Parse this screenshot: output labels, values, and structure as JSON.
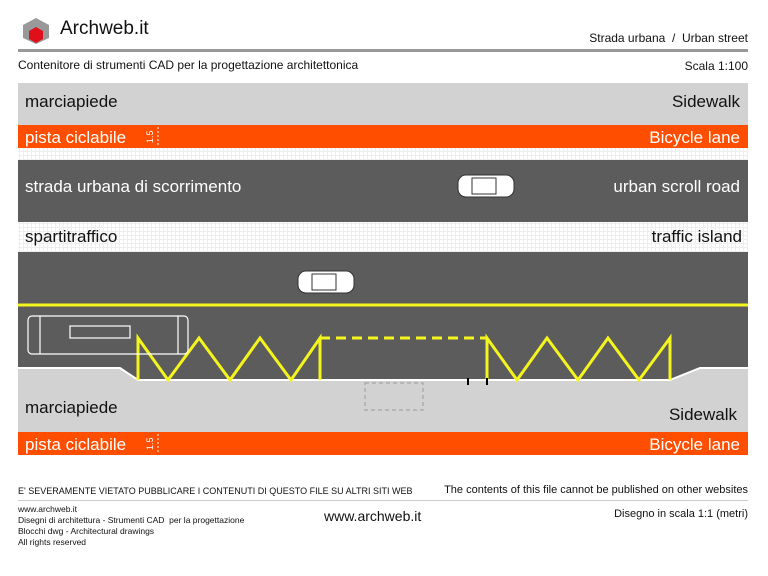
{
  "header": {
    "brand": "Archweb.it",
    "title": "Strada urbana  /  Urban street",
    "subtitle": "Contenitore di strumenti CAD per la progettazione architettonica",
    "scale": "Scala 1:100"
  },
  "drawing": {
    "top_sidewalk": {
      "it": "marciapiede",
      "en": "Sidewalk"
    },
    "top_bike": {
      "it": "pista ciclabile",
      "en": "Bicycle lane",
      "dim": "1.5"
    },
    "road": {
      "it": "strada urbana di scorrimento",
      "en": "urban scroll road"
    },
    "island": {
      "it": "spartitraffico",
      "en": "traffic island"
    },
    "bottom_sidewalk": {
      "it": "marciapiede",
      "en": "Sidewalk"
    },
    "bottom_bike": {
      "it": "pista ciclabile",
      "en": "Bicycle lane",
      "dim": "1.5"
    },
    "colors": {
      "bike": "#ff4e00",
      "road": "#5c5c5c",
      "sidewalk": "#d2d2d2",
      "marking": "#f5f51e"
    }
  },
  "footer": {
    "warning_it": "E' SEVERAMENTE VIETATO PUBBLICARE I CONTENUTI DI QUESTO FILE SU ALTRI SITI WEB",
    "warning_en": "The contents of this file cannot be published on other websites",
    "lines": [
      "www.archweb.it",
      "Disegni di architettura - Strumenti CAD  per la progettazione",
      "Blocchi dwg - Architectural drawings",
      "All rights reserved"
    ],
    "website": "www.archweb.it",
    "scale": "Disegno in scala 1:1 (metri)"
  }
}
